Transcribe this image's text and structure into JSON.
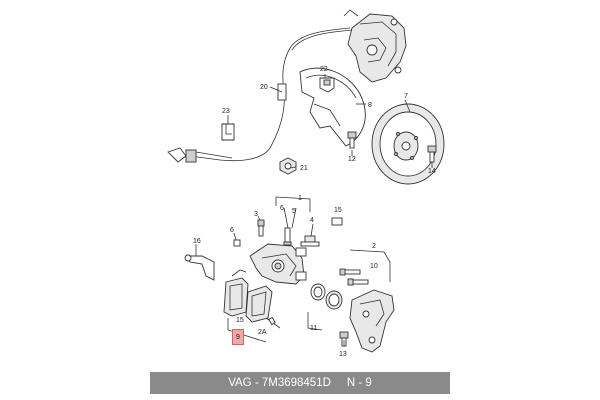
{
  "footer": {
    "part_code": "VAG - 7M3698451D",
    "reference": "N - 9"
  },
  "highlight": {
    "label": "9",
    "color": "#f2a7a7"
  },
  "callouts": {
    "c1": "1",
    "c2": "2",
    "c3": "3",
    "c4": "4",
    "c5": "5",
    "c6": "6",
    "c6b": "6",
    "c7": "7",
    "c8": "8",
    "c10": "10",
    "c11": "11",
    "c12": "12",
    "c13": "13",
    "c14": "14",
    "c15a": "15",
    "c15b": "15",
    "c16": "16",
    "c20": "20",
    "c21": "21",
    "c22": "22",
    "c23": "23",
    "c2a": "2A"
  }
}
